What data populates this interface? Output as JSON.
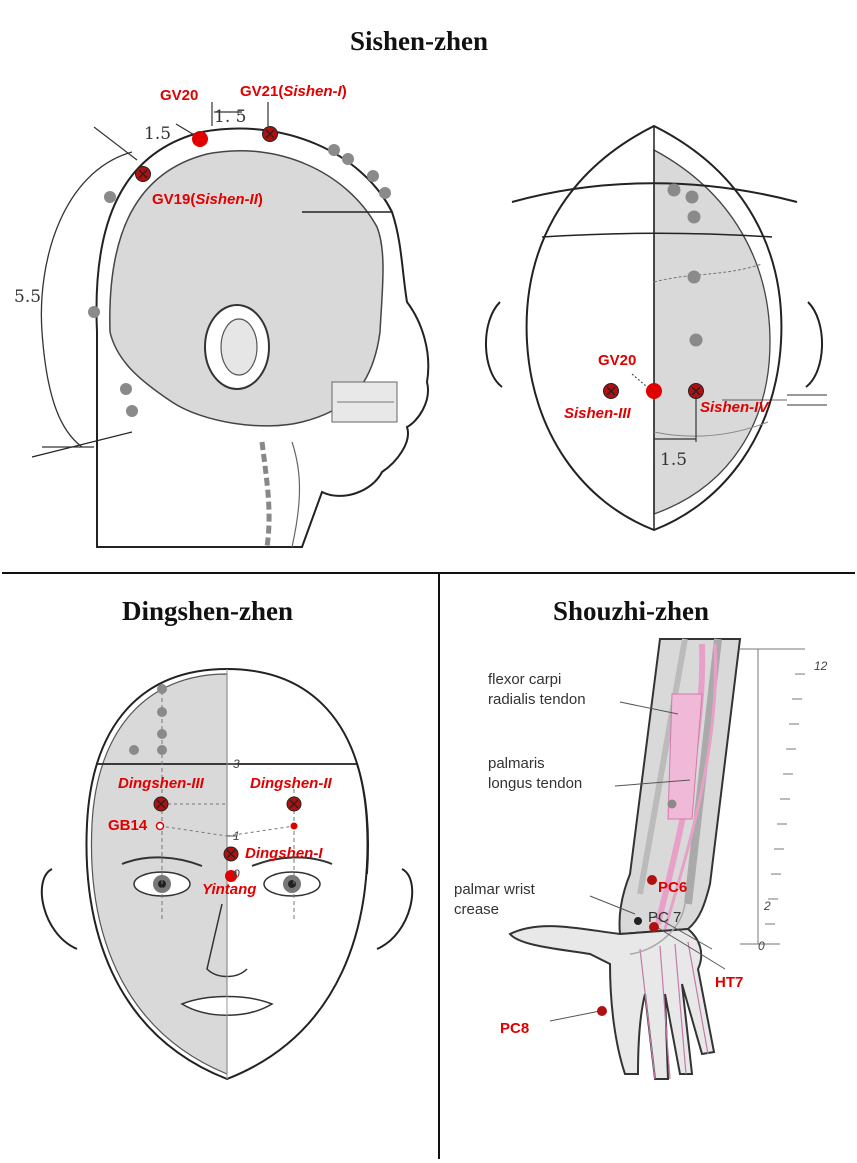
{
  "panels": {
    "sishen": {
      "title": "Sishen-zhen",
      "labels": {
        "gv20_left": "GV20",
        "gv21_prefix": "GV21(",
        "gv21_italic": "Sishen-I",
        "gv21_suffix": ")",
        "gv19_prefix": "GV19(",
        "gv19_italic": "Sishen-II",
        "gv19_suffix": ")",
        "gv20_right": "GV20",
        "sishen_iii": "Sishen-III",
        "sishen_iv": "Sishen-IV"
      },
      "dimensions": {
        "d_1_5_left": "1.5",
        "d_1_5_top": "1. 5",
        "d_5_5": "5.5",
        "d_1_5_right": "1.5"
      }
    },
    "dingshen": {
      "title": "Dingshen-zhen",
      "labels": {
        "dingshen_iii": "Dingshen-III",
        "dingshen_ii": "Dingshen-II",
        "gb14": "GB14",
        "dingshen_i": "Dingshen-I",
        "yintang": "Yintang"
      },
      "scale": {
        "s3": "3",
        "s1": "1",
        "s0": "0"
      }
    },
    "shouzhi": {
      "title": "Shouzhi-zhen",
      "callouts": {
        "fcr_line1": "flexor carpi",
        "fcr_line2": "radialis tendon",
        "pl_line1": "palmaris",
        "pl_line2": "longus tendon",
        "pwc_line1": "palmar wrist",
        "pwc_line2": "crease"
      },
      "points": {
        "pc6": "PC6",
        "pc7": "PC 7",
        "ht7": "HT7",
        "pc8": "PC8"
      },
      "ruler": {
        "r12": "12",
        "r2": "2",
        "r0": "0"
      }
    }
  },
  "colors": {
    "acupoint_red": "#e00000",
    "point_dark": "#b01010",
    "gray_point": "#8a8a8a",
    "tendon_pink": "#e8a0c8",
    "skin_fill": "#d9d9d9"
  }
}
